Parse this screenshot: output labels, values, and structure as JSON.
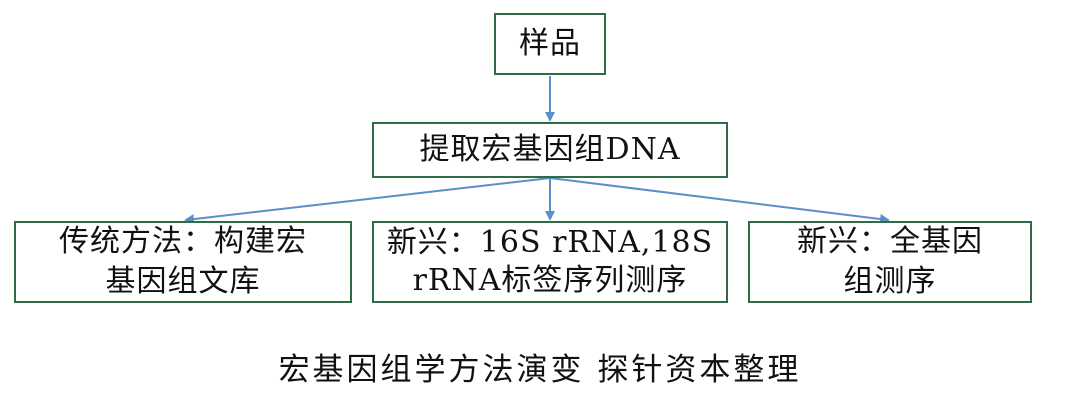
{
  "nodes": {
    "sample": "样品",
    "extract": "提取宏基因组DNA",
    "traditional": "传统方法：构建宏\n基因组文库",
    "amplicon": "新兴：16S rRNA,18S\nrRNA标签序列测序",
    "wgs": "新兴：全基因\n组测序"
  },
  "caption": "宏基因组学方法演变 探针资本整理",
  "colors": {
    "box_border": "#2f6b45",
    "arrow": "#5b8fc7",
    "text": "#111111"
  }
}
